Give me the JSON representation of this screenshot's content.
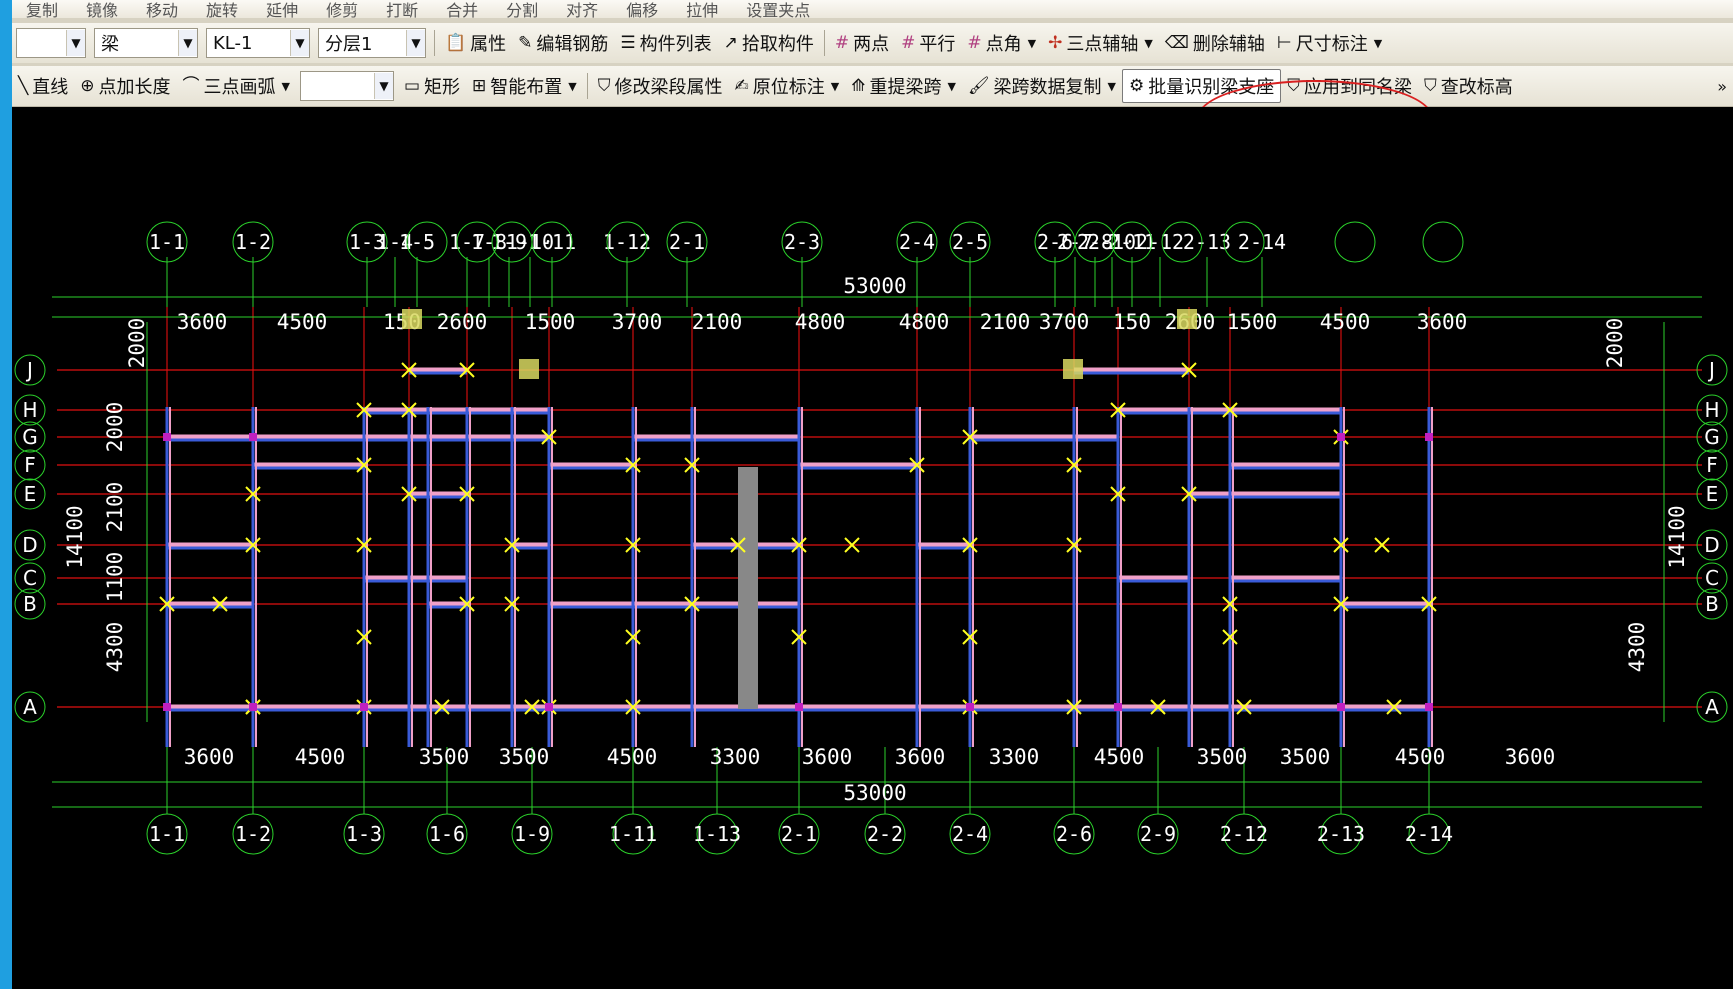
{
  "toolbar_top": {
    "items": [
      "复制",
      "镜像",
      "移动",
      "旋转",
      "延伸",
      "修剪",
      "打断",
      "合并",
      "分割",
      "对齐",
      "偏移",
      "拉伸",
      "设置夹点"
    ]
  },
  "toolbar1": {
    "combo_floor": "",
    "combo_type": "梁",
    "combo_name": "KL-1",
    "combo_layer": "分层1",
    "items": [
      "属性",
      "编辑钢筋",
      "构件列表",
      "拾取构件",
      "两点",
      "平行",
      "点角",
      "三点辅轴",
      "删除辅轴",
      "尺寸标注"
    ]
  },
  "toolbar2": {
    "items": [
      "直线",
      "点加长度",
      "三点画弧",
      "矩形",
      "智能布置",
      "修改梁段属性",
      "原位标注",
      "重提梁跨",
      "梁跨数据复制",
      "批量识别梁支座",
      "应用到同名梁",
      "查改标高"
    ],
    "combo_blank": "",
    "more": "»"
  },
  "drawing": {
    "axes_top": [
      "1-1",
      "1-2",
      "1-3",
      "1-4",
      "1-5",
      "1-7",
      "1-8",
      "1-9",
      "1-10",
      "1-11",
      "1-12",
      "2-1",
      "2-3",
      "2-4",
      "2-5",
      "2-6",
      "2-7",
      "2-8",
      "2-10",
      "2-11",
      "2-12",
      "2-13",
      "2-14"
    ],
    "axes_bottom": [
      "1-1",
      "1-2",
      "1-3",
      "1-6",
      "1-9",
      "1-11",
      "1-13",
      "2-1",
      "2-2",
      "2-4",
      "2-6",
      "2-9",
      "2-12",
      "2-13",
      "2-14"
    ],
    "axes_rows": [
      "J",
      "H",
      "G",
      "F",
      "E",
      "D",
      "C",
      "B",
      "A"
    ],
    "dims_top": [
      "3600",
      "4500",
      "1500",
      "2600",
      "3700",
      "2100",
      "4800",
      "4800",
      "2100",
      "3700",
      "4500",
      "3600"
    ],
    "dims_bottom": [
      "3600",
      "4500",
      "3500",
      "3500",
      "4500",
      "3300",
      "3600",
      "3600",
      "3300",
      "4500",
      "3500",
      "3500",
      "4500",
      "3600"
    ],
    "total_width": "53000",
    "left_dims": [
      "2000",
      "14100",
      "4300",
      "1100",
      "2100",
      "2000"
    ],
    "right_dims": [
      "2000",
      "14100",
      "4300"
    ]
  },
  "colors": {
    "grid_line": "#e01010",
    "axis_green": "#2bd12b",
    "beam_blue": "#3a5bd8",
    "beam_pink": "#f0a0c8",
    "support_yellow": "#ffff20",
    "wall_purple": "#c020c0"
  }
}
